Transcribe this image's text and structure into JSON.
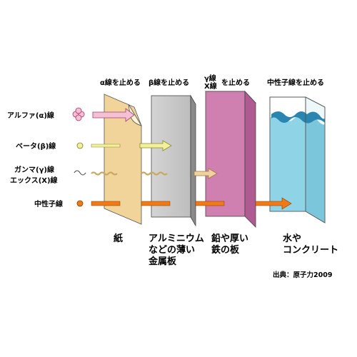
{
  "headers": {
    "alpha": "α線を止める",
    "beta": "β線を止める",
    "gamma_line1": "γ線",
    "gamma_line2": "X線",
    "gamma_suffix": "を止める",
    "neutron": "中性子線を止める"
  },
  "radiation_labels": {
    "alpha": "アルファ(α)線",
    "beta": "ベータ(β)線",
    "gamma": "ガンマ(γ)線",
    "xray": "エックス(X)線",
    "neutron": "中性子線"
  },
  "materials": {
    "paper": "紙",
    "metal_line1": "アルミニウム",
    "metal_line2": "などの薄い",
    "metal_line3": "金属板",
    "iron_line1": "鉛や厚い",
    "iron_line2": "鉄の板",
    "water_line1": "水や",
    "water_line2": "コンクリート"
  },
  "source": "出典：原子力2009",
  "colors": {
    "paper": "#f0d49a",
    "metal": "#c8c8c8",
    "iron": "#cf7fb0",
    "water": "#8fd3e6",
    "alpha_arrow": "#f3c0d4",
    "beta_arrow": "#f3f09a",
    "gamma_arrow": "#f0d2a0",
    "neutron_arrow": "#ee7a18"
  }
}
